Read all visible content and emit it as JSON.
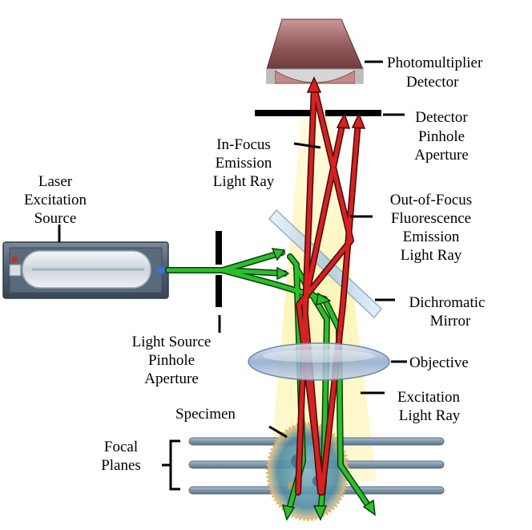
{
  "labels": {
    "photomultiplier": [
      "Photomultiplier",
      "Detector"
    ],
    "detector_pinhole": [
      "Detector",
      "Pinhole",
      "Aperture"
    ],
    "in_focus": [
      "In-Focus",
      "Emission",
      "Light Ray"
    ],
    "out_of_focus": [
      "Out-of-Focus",
      "Fluorescence",
      "Emission",
      "Light Ray"
    ],
    "laser": [
      "Laser",
      "Excitation",
      "Source"
    ],
    "dichromatic": [
      "Dichromatic",
      "Mirror"
    ],
    "light_source_pinhole": [
      "Light Source",
      "Pinhole",
      "Aperture"
    ],
    "objective": [
      "Objective"
    ],
    "excitation_ray": [
      "Excitation",
      "Light Ray"
    ],
    "specimen": [
      "Specimen"
    ],
    "focal_planes": [
      "Focal",
      "Planes"
    ]
  },
  "colors": {
    "excitation": "#2bb52b",
    "emission": "#d42020",
    "glow": "#fdf7c0",
    "planes": "#7e96aa",
    "detector": "#8f5a5c",
    "mirror": "#b8d4e6",
    "lens": "#9fb7d8",
    "laser_housing": "#5d6f82"
  }
}
